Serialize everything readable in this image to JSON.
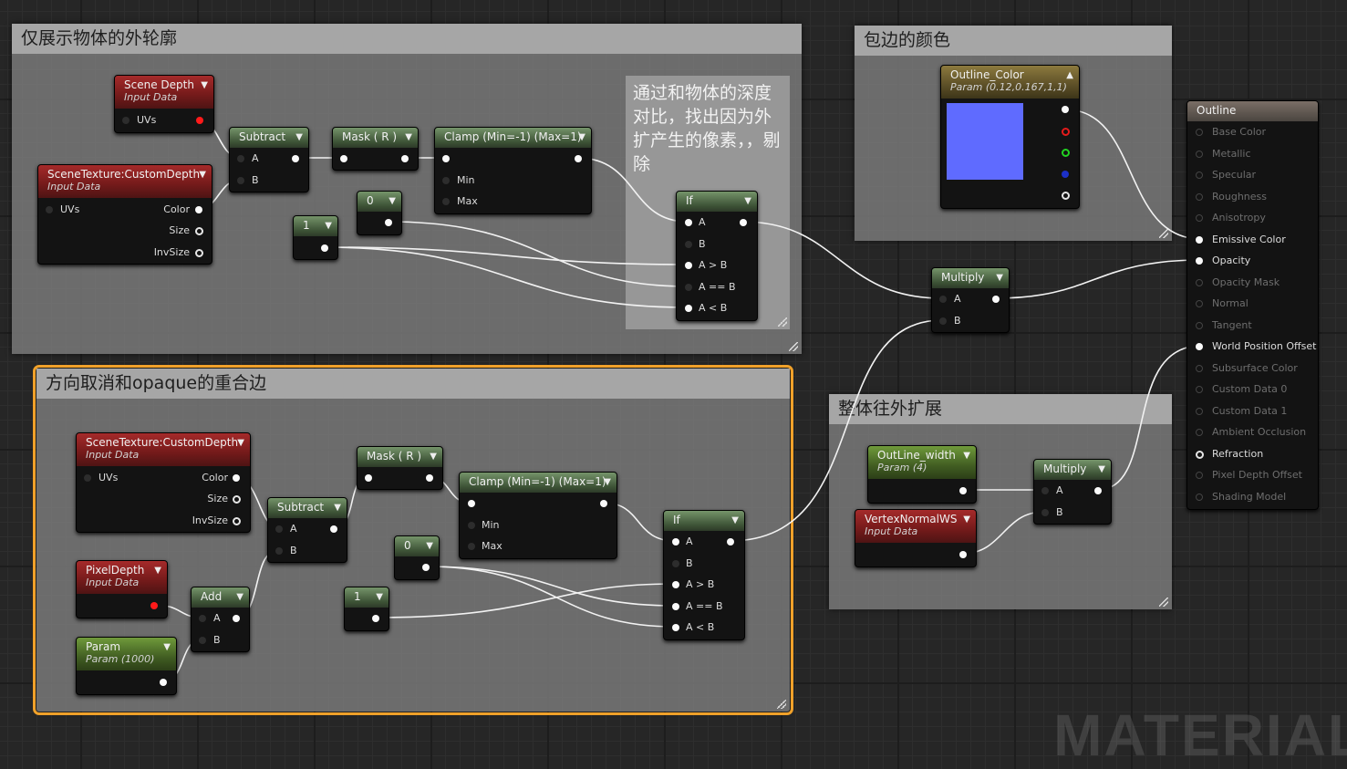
{
  "comments": {
    "outline_only": "仅展示物体的外轮廓",
    "edge_color": "包边的颜色",
    "cancel_overlap": "方向取消和opaque的重合边",
    "expand": "整体往外扩展",
    "note": "通过和物体的深度对比，找出因为外扩产生的像素，，剔除"
  },
  "nodes": {
    "scene_depth": {
      "title": "Scene Depth",
      "subtitle": "Input Data",
      "uvs": "UVs"
    },
    "scenetex1": {
      "title": "SceneTexture:CustomDepth",
      "subtitle": "Input Data",
      "uvs": "UVs",
      "color": "Color",
      "size": "Size",
      "invsize": "InvSize"
    },
    "subtract1": {
      "title": "Subtract",
      "a": "A",
      "b": "B"
    },
    "mask1": {
      "title": "Mask ( R )"
    },
    "clamp1": {
      "title": "Clamp (Min=-1) (Max=1)",
      "min": "Min",
      "max": "Max"
    },
    "const0_1": {
      "title": "0"
    },
    "const1_1": {
      "title": "1"
    },
    "if1": {
      "title": "If",
      "a": "A",
      "b": "B",
      "agb": "A > B",
      "aeb": "A == B",
      "alb": "A < B"
    },
    "outline_color": {
      "title": "Outline_Color",
      "subtitle": "Param (0.12,0.167,1,1)"
    },
    "multiply1": {
      "title": "Multiply",
      "a": "A",
      "b": "B"
    },
    "outline": {
      "title": "Outline",
      "inputs": [
        {
          "label": "Base Color",
          "active": false
        },
        {
          "label": "Metallic",
          "active": false
        },
        {
          "label": "Specular",
          "active": false
        },
        {
          "label": "Roughness",
          "active": false
        },
        {
          "label": "Anisotropy",
          "active": false
        },
        {
          "label": "Emissive Color",
          "active": true
        },
        {
          "label": "Opacity",
          "active": true
        },
        {
          "label": "Opacity Mask",
          "active": false
        },
        {
          "label": "Normal",
          "active": false
        },
        {
          "label": "Tangent",
          "active": false
        },
        {
          "label": "World Position Offset",
          "active": true
        },
        {
          "label": "Subsurface Color",
          "active": false
        },
        {
          "label": "Custom Data 0",
          "active": false
        },
        {
          "label": "Custom Data 1",
          "active": false
        },
        {
          "label": "Ambient Occlusion",
          "active": false
        },
        {
          "label": "Refraction",
          "active": true
        },
        {
          "label": "Pixel Depth Offset",
          "active": false
        },
        {
          "label": "Shading Model",
          "active": false
        }
      ]
    },
    "scenetex2": {
      "title": "SceneTexture:CustomDepth",
      "subtitle": "Input Data",
      "uvs": "UVs",
      "color": "Color",
      "size": "Size",
      "invsize": "InvSize"
    },
    "subtract2": {
      "title": "Subtract",
      "a": "A",
      "b": "B"
    },
    "mask2": {
      "title": "Mask ( R )"
    },
    "clamp2": {
      "title": "Clamp (Min=-1) (Max=1)",
      "min": "Min",
      "max": "Max"
    },
    "const0_2": {
      "title": "0"
    },
    "const1_2": {
      "title": "1"
    },
    "if2": {
      "title": "If",
      "a": "A",
      "b": "B",
      "agb": "A > B",
      "aeb": "A == B",
      "alb": "A < B"
    },
    "pixeldepth": {
      "title": "PixelDepth",
      "subtitle": "Input Data"
    },
    "add": {
      "title": "Add",
      "a": "A",
      "b": "B"
    },
    "param": {
      "title": "Param",
      "subtitle": "Param (1000)"
    },
    "outline_width": {
      "title": "OutLine_width",
      "subtitle": "Param (4)"
    },
    "vertexnormal": {
      "title": "VertexNormalWS",
      "subtitle": "Input Data"
    },
    "multiply2": {
      "title": "Multiply",
      "a": "A",
      "b": "B"
    }
  },
  "watermark": "MATERIAL",
  "colors": {
    "selection": "#f0a12a",
    "outline_color_swatch": "#5f6bff"
  }
}
